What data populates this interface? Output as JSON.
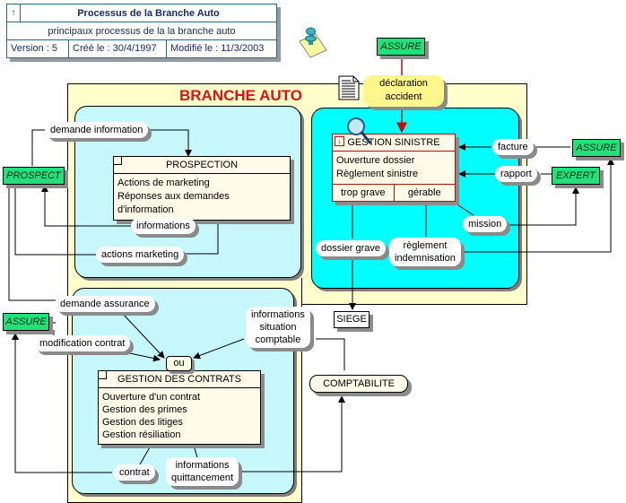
{
  "header": {
    "arrow_icon": "↑",
    "title": "Processus de la Branche Auto",
    "subtitle": "principaux processus de la la branche auto",
    "version": "Version : 5",
    "created": "Créé le : 30/4/1997",
    "modified": "Modifié le : 11/3/2003"
  },
  "domain_title": "BRANCHE AUTO",
  "colors": {
    "title_red": "#e01010",
    "actor_green": "#22e07a",
    "zone_light_cyan": "#c6f7fb",
    "zone_cyan": "#00ffff",
    "frame_yellow": "#ffffcc",
    "event_yellow": "#fff68c"
  },
  "actors": {
    "assure_top": "ASSURE",
    "prospect": "PROSPECT",
    "assure_left": "ASSURE",
    "assure_right": "ASSURE",
    "expert": "EXPERT"
  },
  "event": {
    "label_line1": "déclaration",
    "label_line2": "accident"
  },
  "processes": {
    "prospection": {
      "title": "PROSPECTION",
      "items": [
        "Actions de marketing",
        "Réponses aux demandes d'information"
      ]
    },
    "sinistre": {
      "title": "GESTION SINISTRE",
      "items": [
        "Ouverture dossier",
        "Règlement sinistre"
      ],
      "outcomes": [
        "trop grave",
        "gérable"
      ]
    },
    "contrats": {
      "title": "GESTION DES CONTRATS",
      "items": [
        "Ouverture d'un contrat",
        "Gestion des primes",
        "Gestion des litiges",
        "Gestion résiliation"
      ]
    }
  },
  "messages": {
    "demande_information": "demande information",
    "informations": "informations",
    "actions_marketing": "actions marketing",
    "facture": "facture",
    "rapport": "rapport",
    "mission": "mission",
    "dossier_grave": "dossier grave",
    "reglement_l1": "règlement",
    "reglement_l2": "indemnisation",
    "demande_assurance": "demande assurance",
    "modification_contrat": "modification contrat",
    "info_situation_l1": "informations",
    "info_situation_l2": "situation",
    "info_situation_l3": "comptable",
    "contrat": "contrat",
    "info_quittancement_l1": "informations",
    "info_quittancement_l2": "quittancement"
  },
  "externals": {
    "siege": "SIEGE",
    "comptabilite": "COMPTABILITE"
  },
  "join": {
    "ou": "ou"
  }
}
